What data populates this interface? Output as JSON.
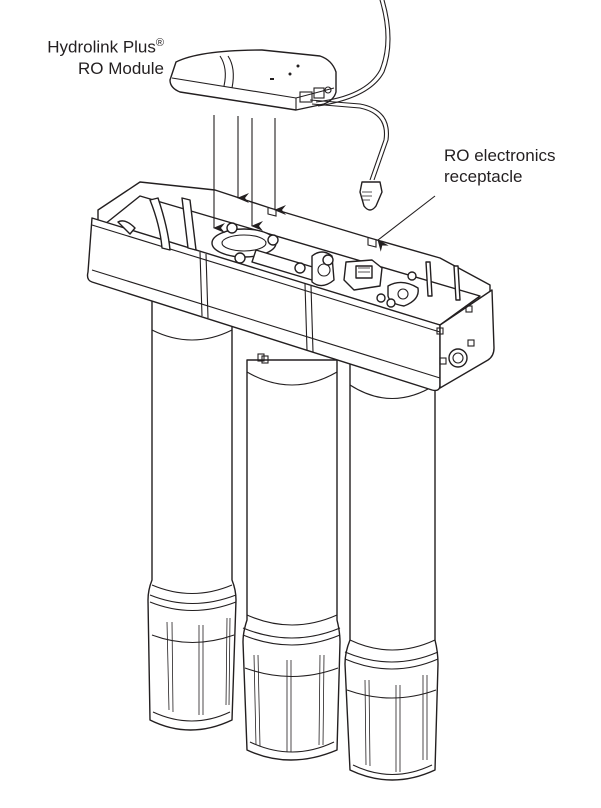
{
  "diagram": {
    "type": "installation-illustration",
    "subject": "reverse osmosis filter manifold with three cartridges",
    "callouts": [
      {
        "id": "module",
        "line1": "Hydrolink Plus",
        "reg": "®",
        "line2": "RO Module"
      },
      {
        "id": "receptacle",
        "line1": "RO electronics",
        "line2": "receptacle"
      }
    ],
    "components": {
      "module": "Hydrolink Plus RO Module",
      "cable_plug": "RO module cable connector",
      "manifold": "filter manifold housing",
      "receptacle": "RO electronics receptacle",
      "cartridges": [
        "filter-cartridge-left",
        "filter-cartridge-center",
        "filter-cartridge-right"
      ]
    },
    "insertion_arrows": 4,
    "colors": {
      "line": "#231f20",
      "background": "#ffffff"
    }
  }
}
